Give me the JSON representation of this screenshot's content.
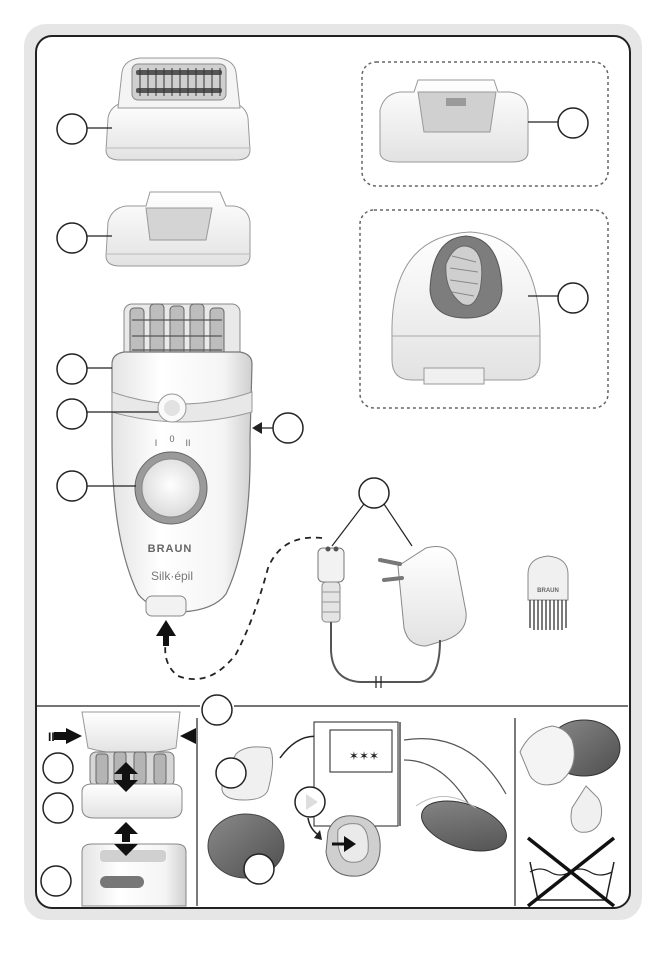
{
  "brand": {
    "logo_text": "BRAUN",
    "product_name": "Silk·épil",
    "brush_logo_text": "BRAUN"
  },
  "switch": {
    "pos_off": "0",
    "pos_1": "I",
    "pos_2": "II"
  },
  "arrow_label": "II",
  "colors": {
    "frame_border": "#222222",
    "outer_band": "#e6e6e6",
    "callout_fill": "#ffffff",
    "dark_grey": "#6b6b6b",
    "light_grey": "#f2f2f2"
  },
  "callouts": {
    "count": 14
  }
}
